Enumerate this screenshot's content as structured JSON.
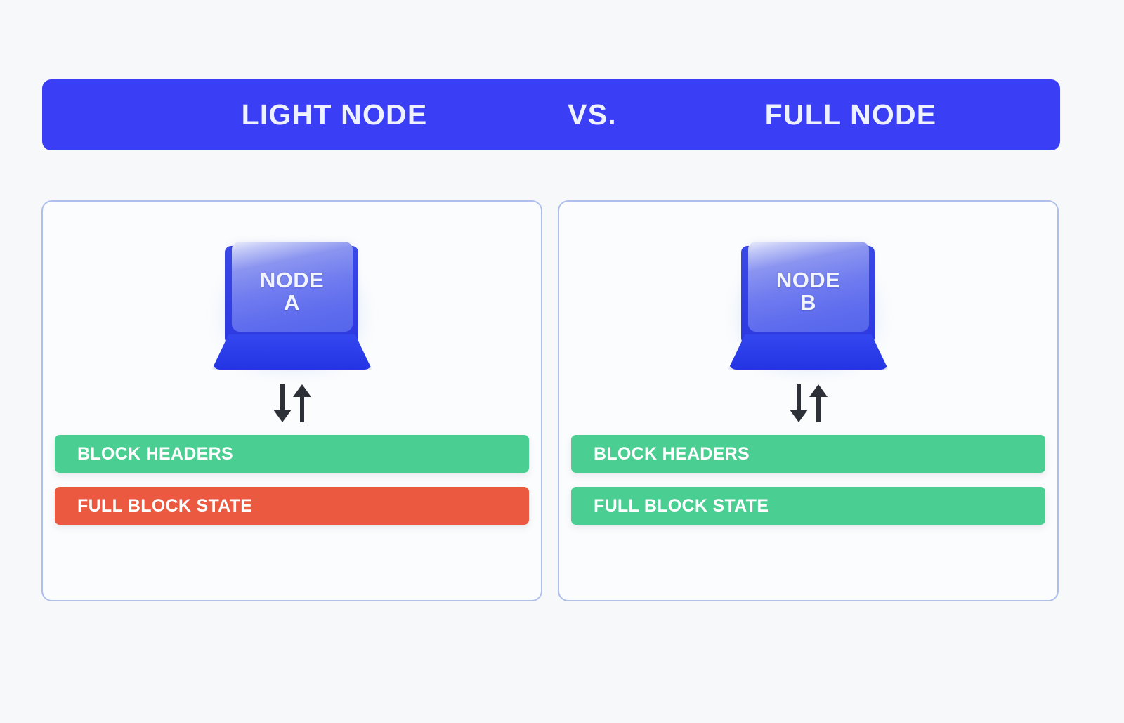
{
  "banner": {
    "left_title": "LIGHT NODE",
    "middle_title": "VS.",
    "right_title": "FULL NODE",
    "background_color": "#3A3EF4",
    "text_color": "#EEF1FE"
  },
  "colors": {
    "page_background": "#F7F8FA",
    "panel_background": "#FBFCFD",
    "panel_border": "#ADC0EC",
    "green": "#4ACE92",
    "red": "#EB5941",
    "laptop_blue": "#2B3BE8",
    "arrow": "#2E3038"
  },
  "panels": [
    {
      "id": "light-node",
      "laptop": {
        "label_line1": "NODE",
        "label_line2": "A"
      },
      "arrows": {
        "down": "down-arrow",
        "up": "up-arrow"
      },
      "bars": [
        {
          "label": "BLOCK HEADERS",
          "status": "available",
          "color": "#4ACE92"
        },
        {
          "label": "FULL BLOCK STATE",
          "status": "unavailable",
          "color": "#EB5941"
        }
      ]
    },
    {
      "id": "full-node",
      "laptop": {
        "label_line1": "NODE",
        "label_line2": "B"
      },
      "arrows": {
        "down": "down-arrow",
        "up": "up-arrow"
      },
      "bars": [
        {
          "label": "BLOCK HEADERS",
          "status": "available",
          "color": "#4ACE92"
        },
        {
          "label": "FULL BLOCK STATE",
          "status": "available",
          "color": "#4ACE92"
        }
      ]
    }
  ]
}
